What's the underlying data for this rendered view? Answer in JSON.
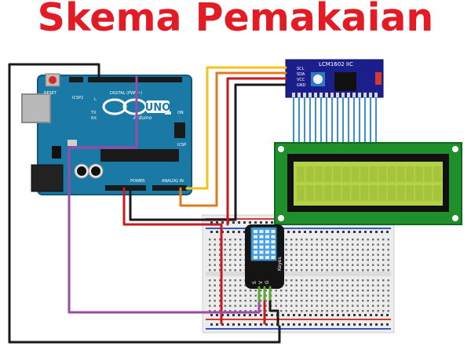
{
  "title": "Skema Pemakaian",
  "arduino": {
    "logo_text": "UNO",
    "brand": "Arduino",
    "reset_label": "RESET",
    "icsp2_label": "ICSP2",
    "digital_label": "DIGITAL (PWM~)",
    "power_label": "POWER",
    "analog_label": "ANALOG IN",
    "tx_label": "TX",
    "rx_label": "RX",
    "on_label": "ON",
    "l_label": "L",
    "icsp_label": "ICSP",
    "board_color": "#1b7aa5"
  },
  "i2c_module": {
    "label": "LCM1602 IIC",
    "pins": [
      "SCL",
      "SDA",
      "VCC",
      "GND"
    ],
    "color": "#1a1f8c"
  },
  "lcd": {
    "screen_color": "#b4d14a",
    "pcb_color": "#1e8f2a"
  },
  "sensor": {
    "label": "Keyes",
    "pins": [
      "S",
      "V",
      "G"
    ]
  },
  "wire_colors": {
    "black": "#1a1a1a",
    "red": "#c8191e",
    "yellow": "#f2c318",
    "orange": "#e07a1e",
    "purple": "#9b4aa6",
    "green": "#5aa832",
    "blue": "#3a8fd6"
  }
}
